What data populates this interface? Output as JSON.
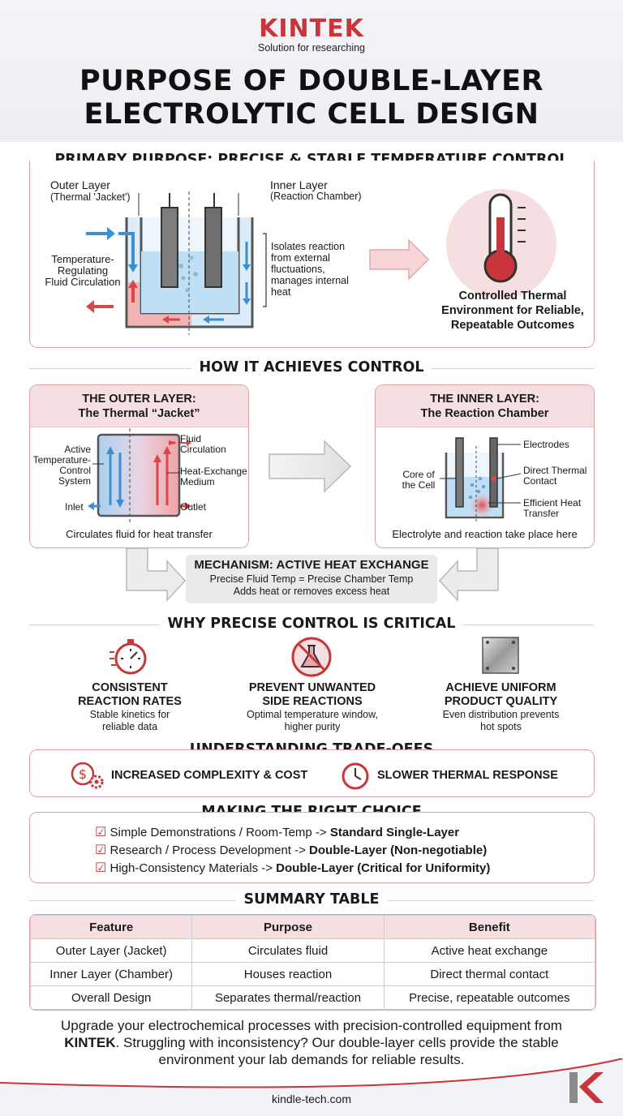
{
  "brand": {
    "name": "KINTEK",
    "tagline": "Solution for researching"
  },
  "title": {
    "line1": "PURPOSE OF DOUBLE-LAYER",
    "line2": "ELECTROLYTIC CELL DESIGN"
  },
  "primary": {
    "heading": "PRIMARY PURPOSE: PRECISE & STABLE TEMPERATURE CONTROL",
    "outer_layer": {
      "title": "Outer Layer",
      "sub": "(Thermal 'Jacket')"
    },
    "inner_layer": {
      "title": "Inner Layer",
      "sub": "(Reaction Chamber)"
    },
    "fluid_label": [
      "Temperature-",
      "Regulating",
      "Fluid Circulation"
    ],
    "isolates": [
      "Isolates reaction",
      "from external",
      "fluctuations,",
      "manages internal",
      "heat"
    ],
    "outcome": [
      "Controlled Thermal",
      "Environment for Reliable,",
      "Repeatable Outcomes"
    ]
  },
  "how": {
    "heading": "HOW IT ACHIEVES CONTROL",
    "outer_card": {
      "title1": "THE OUTER LAYER:",
      "title2": "The Thermal “Jacket”",
      "labels": {
        "active": [
          "Active",
          "Temperature-",
          "Control",
          "System"
        ],
        "inlet": "Inlet",
        "fluid": [
          "Fluid",
          "Circulation"
        ],
        "medium": [
          "Heat-Exchange",
          "Medium"
        ],
        "outlet": "Outlet"
      },
      "caption": "Circulates fluid for heat transfer"
    },
    "inner_card": {
      "title1": "THE INNER LAYER:",
      "title2": "The Reaction Chamber",
      "labels": {
        "electrodes": "Electrodes",
        "core": [
          "Core of",
          "the Cell"
        ],
        "contact": [
          "Direct Thermal",
          "Contact"
        ],
        "efficient": [
          "Efficient Heat",
          "Transfer"
        ]
      },
      "caption": "Electrolyte and reaction take place here"
    },
    "mechanism": {
      "title": "MECHANISM: ACTIVE HEAT EXCHANGE",
      "line1": "Precise Fluid Temp = Precise Chamber Temp",
      "line2": "Adds heat or removes excess heat"
    }
  },
  "why": {
    "heading": "WHY PRECISE CONTROL IS CRITICAL",
    "items": [
      {
        "icon": "stopwatch-icon",
        "title1": "CONSISTENT",
        "title2": "REACTION RATES",
        "desc1": "Stable kinetics for",
        "desc2": "reliable data"
      },
      {
        "icon": "no-flask-icon",
        "title1": "PREVENT UNWANTED",
        "title2": "SIDE REACTIONS",
        "desc1": "Optimal temperature window,",
        "desc2": "higher purity"
      },
      {
        "icon": "metal-plate-icon",
        "title1": "ACHIEVE UNIFORM",
        "title2": "PRODUCT QUALITY",
        "desc1": "Even distribution prevents",
        "desc2": "hot spots"
      }
    ]
  },
  "tradeoffs": {
    "heading": "UNDERSTANDING TRADE-OFFS",
    "items": [
      {
        "icon": "cost-gear-icon",
        "label": "INCREASED COMPLEXITY & COST"
      },
      {
        "icon": "clock-icon",
        "label": "SLOWER THERMAL RESPONSE"
      }
    ]
  },
  "choice": {
    "heading": "MAKING THE RIGHT CHOICE",
    "items": [
      {
        "text": "Simple Demonstrations / Room-Temp -> ",
        "bold": "Standard Single-Layer"
      },
      {
        "text": "Research / Process Development -> ",
        "bold": "Double-Layer (Non-negotiable)"
      },
      {
        "text": "High-Consistency Materials -> ",
        "bold": "Double-Layer (Critical for Uniformity)"
      }
    ]
  },
  "summary": {
    "heading": "SUMMARY TABLE",
    "columns": [
      "Feature",
      "Purpose",
      "Benefit"
    ],
    "rows": [
      [
        "Outer Layer (Jacket)",
        "Circulates fluid",
        "Active heat exchange"
      ],
      [
        "Inner Layer (Chamber)",
        "Houses reaction",
        "Direct thermal contact"
      ],
      [
        "Overall Design",
        "Separates thermal/reaction",
        "Precise, repeatable outcomes"
      ]
    ]
  },
  "footer": {
    "line1": "Upgrade your electrochemical processes with precision-controlled equipment from",
    "brand": "KINTEK",
    "line2_rest": ". Struggling with inconsistency? Our double-layer cells provide the stable",
    "line3": "environment your lab demands for reliable results.",
    "url": "kindle-tech.com"
  },
  "colors": {
    "accent": "#c8353a",
    "panel_border": "#d9a3a5",
    "header_fill": "#f6dfe0",
    "cool": "#3d8fd1",
    "hot": "#d9464b"
  }
}
